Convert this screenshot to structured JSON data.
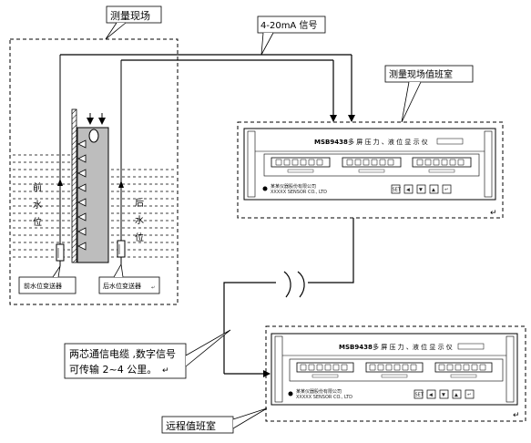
{
  "callouts": {
    "site": "测量现场",
    "signal": "4-20mA 信号",
    "duty_room": "测量现场值班室",
    "cable_line1": "两芯通信电缆 ,数字信号",
    "cable_line2": "可传输 2~4 公里。",
    "remote_room": "远程值班室"
  },
  "pit": {
    "front_label": [
      "前",
      "水",
      "位"
    ],
    "rear_label": [
      "后",
      "水",
      "位"
    ],
    "front_sensor": "前水位变送器",
    "rear_sensor": "后水位变送器"
  },
  "instrument": {
    "model": "MSB9438",
    "name": "多 屏 压 力 、液 位 显 示 仪",
    "company": "某某仪器股份有限公司",
    "company_en": "XXXXX SENSOR CO., LTD",
    "button_text": [
      "SET",
      "◀",
      "▼",
      "▲",
      "↵"
    ]
  },
  "glyphs": {
    "return_mark": "↵"
  }
}
